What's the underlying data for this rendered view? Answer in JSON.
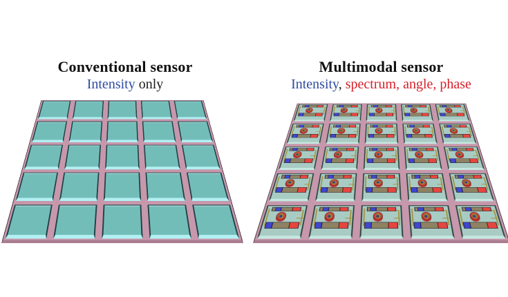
{
  "figure": {
    "left_panel": {
      "title": "Conventional sensor",
      "subtitle": {
        "intensity": "Intensity",
        "rest": " only"
      }
    },
    "right_panel": {
      "title": "Multimodal sensor",
      "subtitle": {
        "intensity": "Intensity",
        "separator": ", ",
        "rest": "spectrum, angle, phase"
      }
    },
    "grid": {
      "rows": 5,
      "cols": 5
    },
    "colors": {
      "substrate": "#c797ab",
      "substrate-edge": "#aa7d92",
      "tile-left": "#73bdb9",
      "tile-left-edge": "#b2f0f2",
      "tile-right": "#a8ccc3",
      "tile-right-edge": "#c6e8e1",
      "comp-blue": "#3f46cf",
      "comp-red": "#e5463f",
      "comp-body": "#8e8263",
      "trace-gold": "#a6913f",
      "blue-text": "#2e4ba0",
      "red-text": "#d6202a",
      "title-text": "#111111"
    }
  }
}
